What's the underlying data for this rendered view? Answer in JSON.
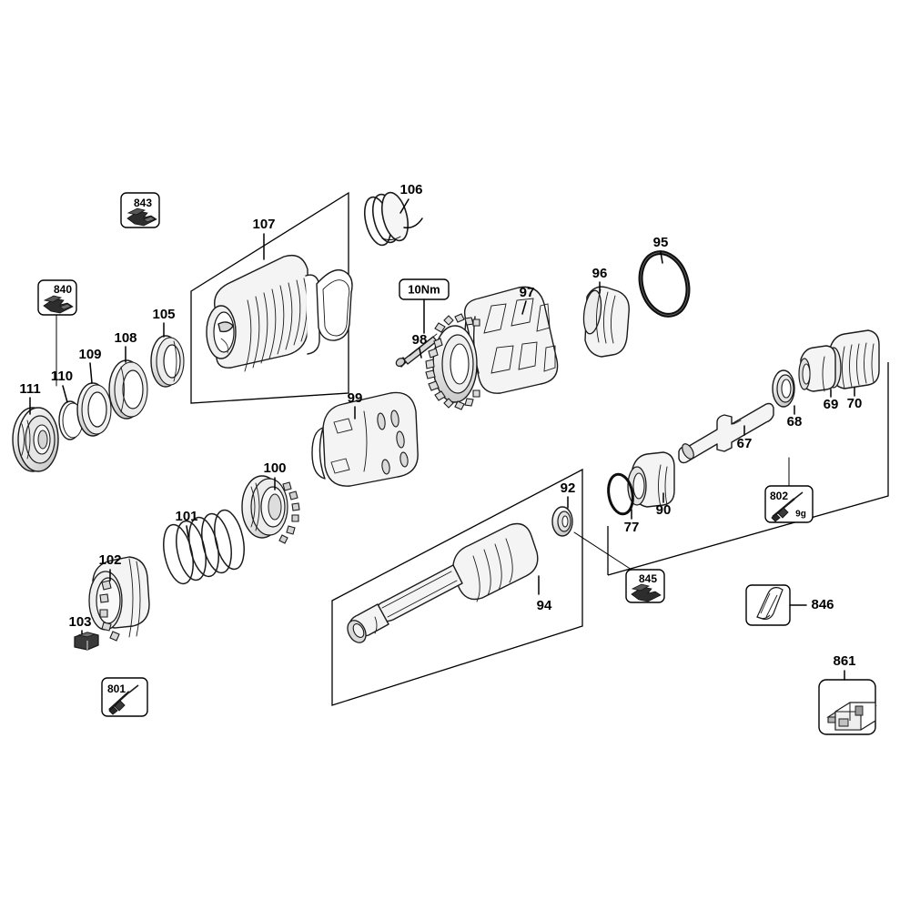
{
  "diagram": {
    "type": "exploded-parts-diagram",
    "title": "Exploded view parts diagram",
    "background_color": "#ffffff",
    "line_color": "#1a1a1a",
    "label_color": "#000000"
  },
  "torque_spec": {
    "value": "10Nm",
    "applies_to_part": "98"
  },
  "part_numbers": {
    "p67": "67",
    "p68": "68",
    "p69": "69",
    "p70": "70",
    "p77": "77",
    "p90": "90",
    "p92": "92",
    "p94": "94",
    "p95": "95",
    "p96": "96",
    "p97": "97",
    "p98": "98",
    "p99": "99",
    "p100": "100",
    "p101": "101",
    "p102": "102",
    "p103": "103",
    "p105": "105",
    "p106": "106",
    "p107": "107",
    "p108": "108",
    "p109": "109",
    "p110": "110",
    "p111": "111"
  },
  "accessory_boxes": {
    "b801": "801",
    "b802": "802",
    "b802_weight": "9g",
    "b840": "840",
    "b843": "843",
    "b845": "845",
    "b846": "846",
    "b861": "861"
  },
  "parts_list": [
    {
      "id": "67",
      "icon": "shaft-icon"
    },
    {
      "id": "68",
      "icon": "bearing-ring-icon"
    },
    {
      "id": "69",
      "icon": "sleeve-icon"
    },
    {
      "id": "70",
      "icon": "ribbed-sleeve-icon"
    },
    {
      "id": "77",
      "icon": "o-ring-icon"
    },
    {
      "id": "90",
      "icon": "piston-sleeve-icon"
    },
    {
      "id": "92",
      "icon": "small-ring-icon"
    },
    {
      "id": "94",
      "icon": "striker-shaft-icon"
    },
    {
      "id": "95",
      "icon": "o-ring-icon"
    },
    {
      "id": "96",
      "icon": "grooved-ring-icon"
    },
    {
      "id": "97",
      "icon": "gear-housing-icon"
    },
    {
      "id": "98",
      "icon": "bolt-icon"
    },
    {
      "id": "99",
      "icon": "cylinder-sleeve-icon"
    },
    {
      "id": "100",
      "icon": "toothed-ring-icon"
    },
    {
      "id": "101",
      "icon": "spring-rings-icon"
    },
    {
      "id": "102",
      "icon": "toothed-collar-icon"
    },
    {
      "id": "103",
      "icon": "clip-block-icon"
    },
    {
      "id": "105",
      "icon": "seal-ring-icon"
    },
    {
      "id": "106",
      "icon": "wire-spring-icon"
    },
    {
      "id": "107",
      "icon": "bellows-boot-icon"
    },
    {
      "id": "108",
      "icon": "seal-ring-icon"
    },
    {
      "id": "109",
      "icon": "washer-ring-icon"
    },
    {
      "id": "110",
      "icon": "thin-ring-icon"
    },
    {
      "id": "111",
      "icon": "ball-bearing-icon"
    }
  ],
  "accessory_list": [
    {
      "id": "801",
      "icon": "grease-tube-icon"
    },
    {
      "id": "802",
      "icon": "grease-tube-icon",
      "weight": "9g"
    },
    {
      "id": "840",
      "icon": "service-kit-icon"
    },
    {
      "id": "843",
      "icon": "service-kit-icon"
    },
    {
      "id": "845",
      "icon": "service-kit-icon"
    },
    {
      "id": "846",
      "icon": "pouch-icon"
    },
    {
      "id": "861",
      "icon": "carry-case-icon"
    }
  ]
}
